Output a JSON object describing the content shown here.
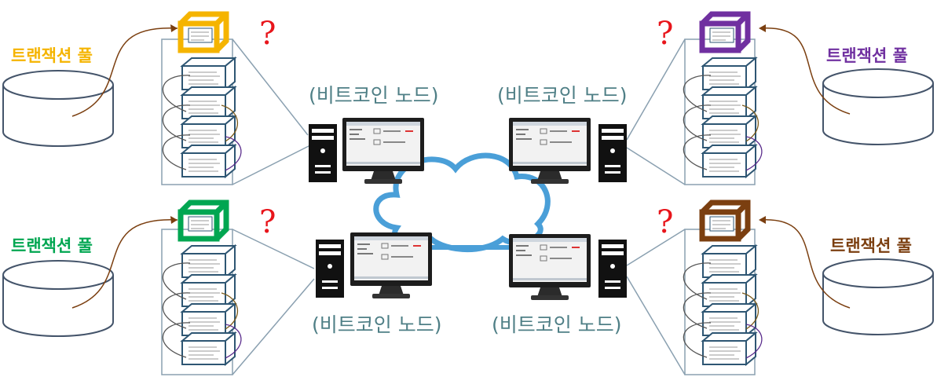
{
  "diagram": {
    "colors": {
      "node_label": "#4f7f86",
      "question_mark": "#e8151b",
      "cloud_stroke": "#4a9fd8",
      "chain_block": "#2e5673",
      "pool_outline": "#44546a"
    },
    "nodes": [
      {
        "label": "(비트코인 노드)"
      },
      {
        "label": "(비트코인 노드)"
      },
      {
        "label": "(비트코인 노드)"
      },
      {
        "label": "(비트코인 노드)"
      }
    ],
    "pools": [
      {
        "label": "트랜잭션 풀",
        "color": "#f5b400",
        "question": "?"
      },
      {
        "label": "트랜잭션 풀",
        "color": "#7030a0",
        "question": "?"
      },
      {
        "label": "트랜잭션 풀",
        "color": "#00a651",
        "question": "?"
      },
      {
        "label": "트랜잭션 풀",
        "color": "#7b3f10",
        "question": "?"
      }
    ]
  }
}
